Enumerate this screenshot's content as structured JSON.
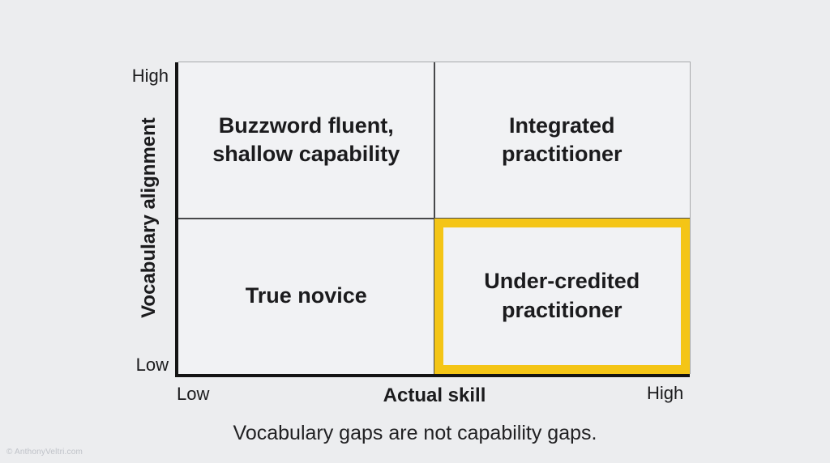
{
  "diagram": {
    "type": "quadrant-matrix",
    "caption": "Vocabulary gaps are not capability gaps.",
    "watermark": "© AnthonyVeltri.com",
    "axes": {
      "y": {
        "label": "Vocabulary alignment",
        "high": "High",
        "low": "Low"
      },
      "x": {
        "label": "Actual skill",
        "low": "Low",
        "high": "High"
      }
    },
    "quadrants": {
      "top_left": {
        "line1": "Buzzword fluent,",
        "line2": "shallow capability",
        "highlighted": false
      },
      "top_right": {
        "line1": "Integrated",
        "line2": "practitioner",
        "highlighted": false
      },
      "bottom_left": {
        "line1": "True novice",
        "highlighted": false
      },
      "bottom_right": {
        "line1": "Under-credited",
        "line2": "practitioner",
        "highlighted": true
      }
    },
    "colors": {
      "background": "#ecedef",
      "quadrant_fill": "#f1f2f4",
      "axis": "#141414",
      "grid_line": "#47484a",
      "frame_line": "#a8aaac",
      "highlight": "#f4c516",
      "text": "#1b1b1d",
      "watermark_text": "#bfc2c8"
    }
  }
}
